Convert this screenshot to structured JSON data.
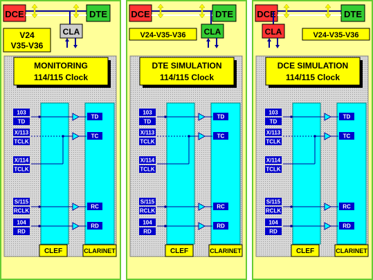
{
  "colors": {
    "background": "#ffff99",
    "border": "#66cc33",
    "dce": "#ff3333",
    "dte": "#33cc33",
    "cla": "#cccccc",
    "chip": "#00ffff",
    "signal": "#000099",
    "pin_label": "#0000cc",
    "yellow_box": "#ffff00"
  },
  "panels": [
    {
      "dce": "DCE",
      "dte": "DTE",
      "cla": "CLA",
      "interface": [
        "V24",
        "V35-V36"
      ],
      "title": [
        "MONITORING",
        "114/115 Clock"
      ],
      "pins": [
        [
          "103",
          "TD"
        ],
        [
          "X/113",
          "TCLK"
        ],
        [
          "X/114",
          "TCLK"
        ],
        [
          "S/115",
          "RCLK"
        ],
        [
          "104",
          "RD"
        ]
      ],
      "outputs": [
        "TD",
        "TC",
        "RC",
        "RD"
      ],
      "chips": [
        "CLEF",
        "CLARINET"
      ]
    },
    {
      "dce": "DCE",
      "dte": "DTE",
      "cla": "CLA",
      "interface": [
        "V24-V35-V36"
      ],
      "title": [
        "DTE SIMULATION",
        "114/115 Clock"
      ],
      "pins": [
        [
          "103",
          "TD"
        ],
        [
          "X/113",
          "TCLK"
        ],
        [
          "X/114",
          "TCLK"
        ],
        [
          "S/115",
          "RCLK"
        ],
        [
          "104",
          "RD"
        ]
      ],
      "outputs": [
        "TD",
        "TC",
        "RC",
        "RD"
      ],
      "chips": [
        "CLEF",
        "CLARINET"
      ]
    },
    {
      "dce": "DCE",
      "dte": "DTE",
      "cla": "CLA",
      "interface": [
        "V24-V35-V36"
      ],
      "title": [
        "DCE SIMULATION",
        "114/115 Clock"
      ],
      "pins": [
        [
          "103",
          "TD"
        ],
        [
          "X/113",
          "TCLK"
        ],
        [
          "X/114",
          "TCLK"
        ],
        [
          "S/115",
          "RCLK"
        ],
        [
          "104",
          "RD"
        ]
      ],
      "outputs": [
        "TD",
        "TC",
        "RC",
        "RD"
      ],
      "chips": [
        "CLEF",
        "CLARINET"
      ]
    }
  ]
}
